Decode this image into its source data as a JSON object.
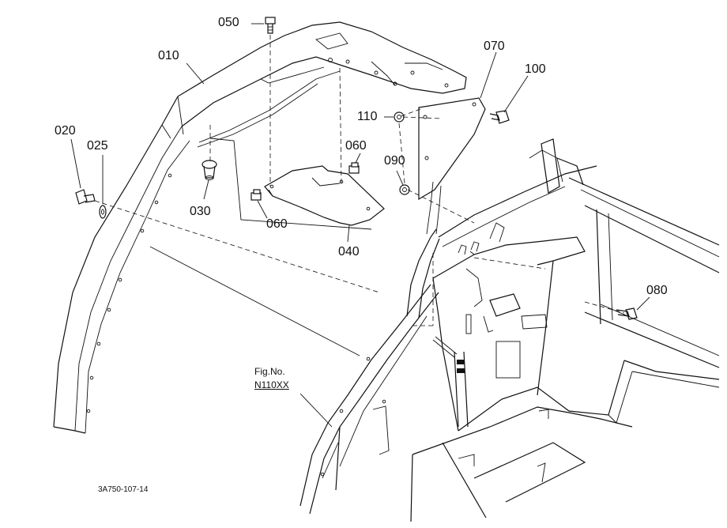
{
  "callouts": {
    "p010": "010",
    "p020": "020",
    "p025": "025",
    "p030": "030",
    "p040": "040",
    "p050": "050",
    "p060_upper": "060",
    "p060_lower": "060",
    "p070": "070",
    "p080": "080",
    "p090": "090",
    "p100": "100",
    "p110": "110"
  },
  "figure_reference": {
    "label": "Fig.No.",
    "number": "N110XX"
  },
  "drawing_number": "3A750-107-14"
}
